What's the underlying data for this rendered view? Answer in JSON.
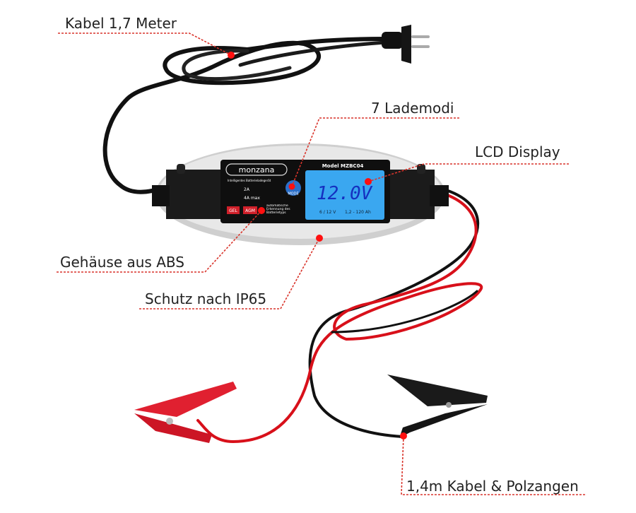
{
  "callouts": {
    "cable_length": "Kabel 1,7 Meter",
    "charge_modes": "7 Lademodi",
    "lcd_display": "LCD Display",
    "housing": "Gehäuse aus ABS",
    "protection": "Schutz nach IP65",
    "clamps": "1,4m Kabel & Polzangen"
  },
  "device": {
    "brand": "monzana",
    "subtitle": "Intelligentes Batterieladegerät",
    "model": "Model MZBC04",
    "mode_button": "MODE",
    "current_small": "2A",
    "current_large": "4A max",
    "badge_gel": "GEL",
    "badge_agm": "AGM",
    "auto_detect": "automatische Erkennung des Batterietyps",
    "lcd_voltage": "12.0V",
    "lcd_range_voltage": "6 / 12 V",
    "lcd_range_capacity": "1,2 - 120 Ah"
  },
  "colors": {
    "callout_line": "#d9342b",
    "callout_dot": "#ff1010",
    "lcd": "#3aa7f0",
    "red_cable": "#d8101a",
    "black_cable": "#111111"
  }
}
